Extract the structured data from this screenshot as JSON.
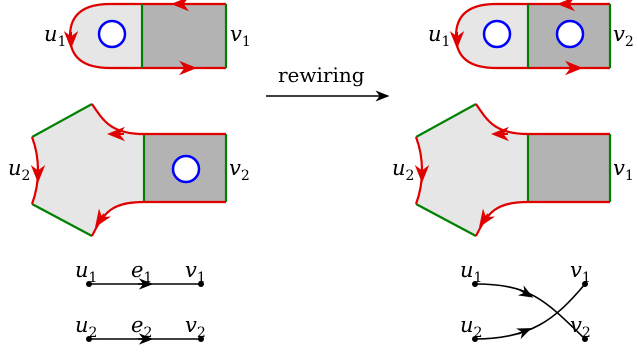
{
  "arrow_label": "rewiring",
  "left": {
    "top": {
      "u": "u",
      "u_sub": "1",
      "v": "v",
      "v_sub": "1"
    },
    "bottom": {
      "u": "u",
      "u_sub": "2",
      "v": "v",
      "v_sub": "2"
    },
    "graph": [
      {
        "u": "u",
        "u_sub": "1",
        "e": "e",
        "e_sub": "1",
        "v": "v",
        "v_sub": "1"
      },
      {
        "u": "u",
        "u_sub": "2",
        "e": "e",
        "e_sub": "2",
        "v": "v",
        "v_sub": "2"
      }
    ]
  },
  "right": {
    "top": {
      "u": "u",
      "u_sub": "1",
      "v": "v",
      "v_sub": "2"
    },
    "bottom": {
      "u": "u",
      "u_sub": "2",
      "v": "v",
      "v_sub": "1"
    },
    "graph": {
      "u1": "u",
      "u1_sub": "1",
      "v1": "v",
      "v1_sub": "1",
      "u2": "u",
      "u2_sub": "2",
      "v2": "v",
      "v2_sub": "2"
    }
  },
  "colors": {
    "red_boundary": "#e00000",
    "green_boundary": "#008000",
    "light_fill": "#e6e6e6",
    "dark_fill": "#b3b3b3",
    "circle": "#0000ff"
  }
}
